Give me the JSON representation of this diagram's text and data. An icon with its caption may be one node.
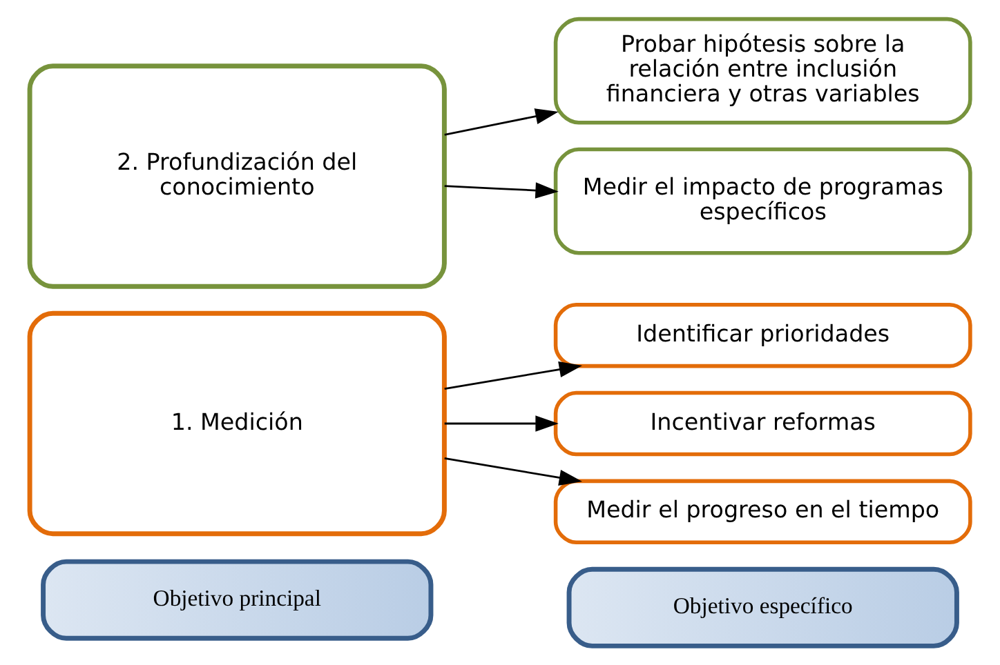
{
  "diagram": {
    "nodes": [
      {
        "text": [
          "Objetivo principal"
        ]
      },
      {
        "text": [
          "Objetivo específico"
        ]
      },
      {
        "text": [
          "1. Medición"
        ]
      },
      {
        "text": [
          "Identificar prioridades"
        ]
      },
      {
        "text": [
          "Incentivar reformas"
        ]
      },
      {
        "text": [
          "Medir el progreso en el tiempo"
        ]
      },
      {
        "text": [
          "2. Profundización del conocimiento"
        ]
      },
      {
        "text": [
          "Probar hipótesis sobre la relación entre inclusión financiera y otras variables"
        ]
      },
      {
        "text": [
          "Medir el impacto de programas específicos"
        ]
      }
    ],
    "edges": [
      {
        "from": 2,
        "to": 3,
        "arrow": "to"
      },
      {
        "from": 2,
        "to": 4,
        "arrow": "to"
      },
      {
        "from": 2,
        "to": 5,
        "arrow": "to"
      },
      {
        "from": 6,
        "to": 7,
        "arrow": "to"
      },
      {
        "from": 6,
        "to": 8,
        "arrow": "to"
      }
    ]
  }
}
